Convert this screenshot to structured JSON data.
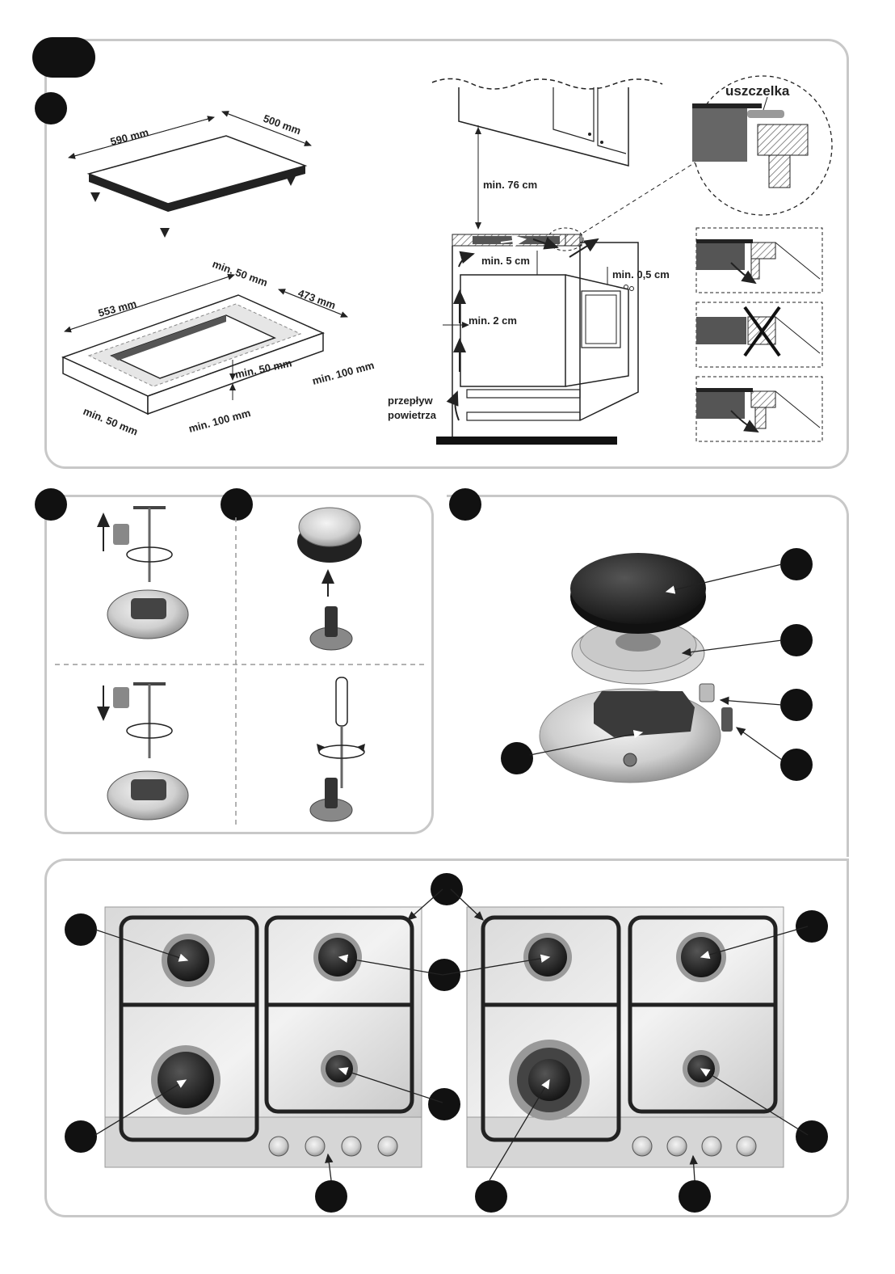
{
  "section1": {
    "hob_dims": {
      "width": "590 mm",
      "depth": "500 mm"
    },
    "cutout_dims": {
      "width": "553 mm",
      "depth": "473 mm",
      "min_back": "min. 50 mm",
      "min_front": "min. 50 mm",
      "min_left": "min. 50 mm",
      "min_right": "min. 100 mm",
      "min_front2": "min. 100 mm"
    },
    "cabinet": {
      "min_hood": "min. 76 cm",
      "min_5": "min. 5 cm",
      "min_05": "min. 0,5 cm",
      "min_2": "min. 2 cm",
      "airflow_line1": "przepływ",
      "airflow_line2": "powietrza"
    },
    "seal_label": "uszczelka"
  },
  "colors": {
    "panel_border": "#c8c8c8",
    "marker": "#111111",
    "line": "#222222"
  },
  "icons": [
    "nozzle-wrench-icon",
    "knob-icon",
    "screwdriver-icon",
    "burner-cap-icon",
    "gas-hob-icon"
  ]
}
